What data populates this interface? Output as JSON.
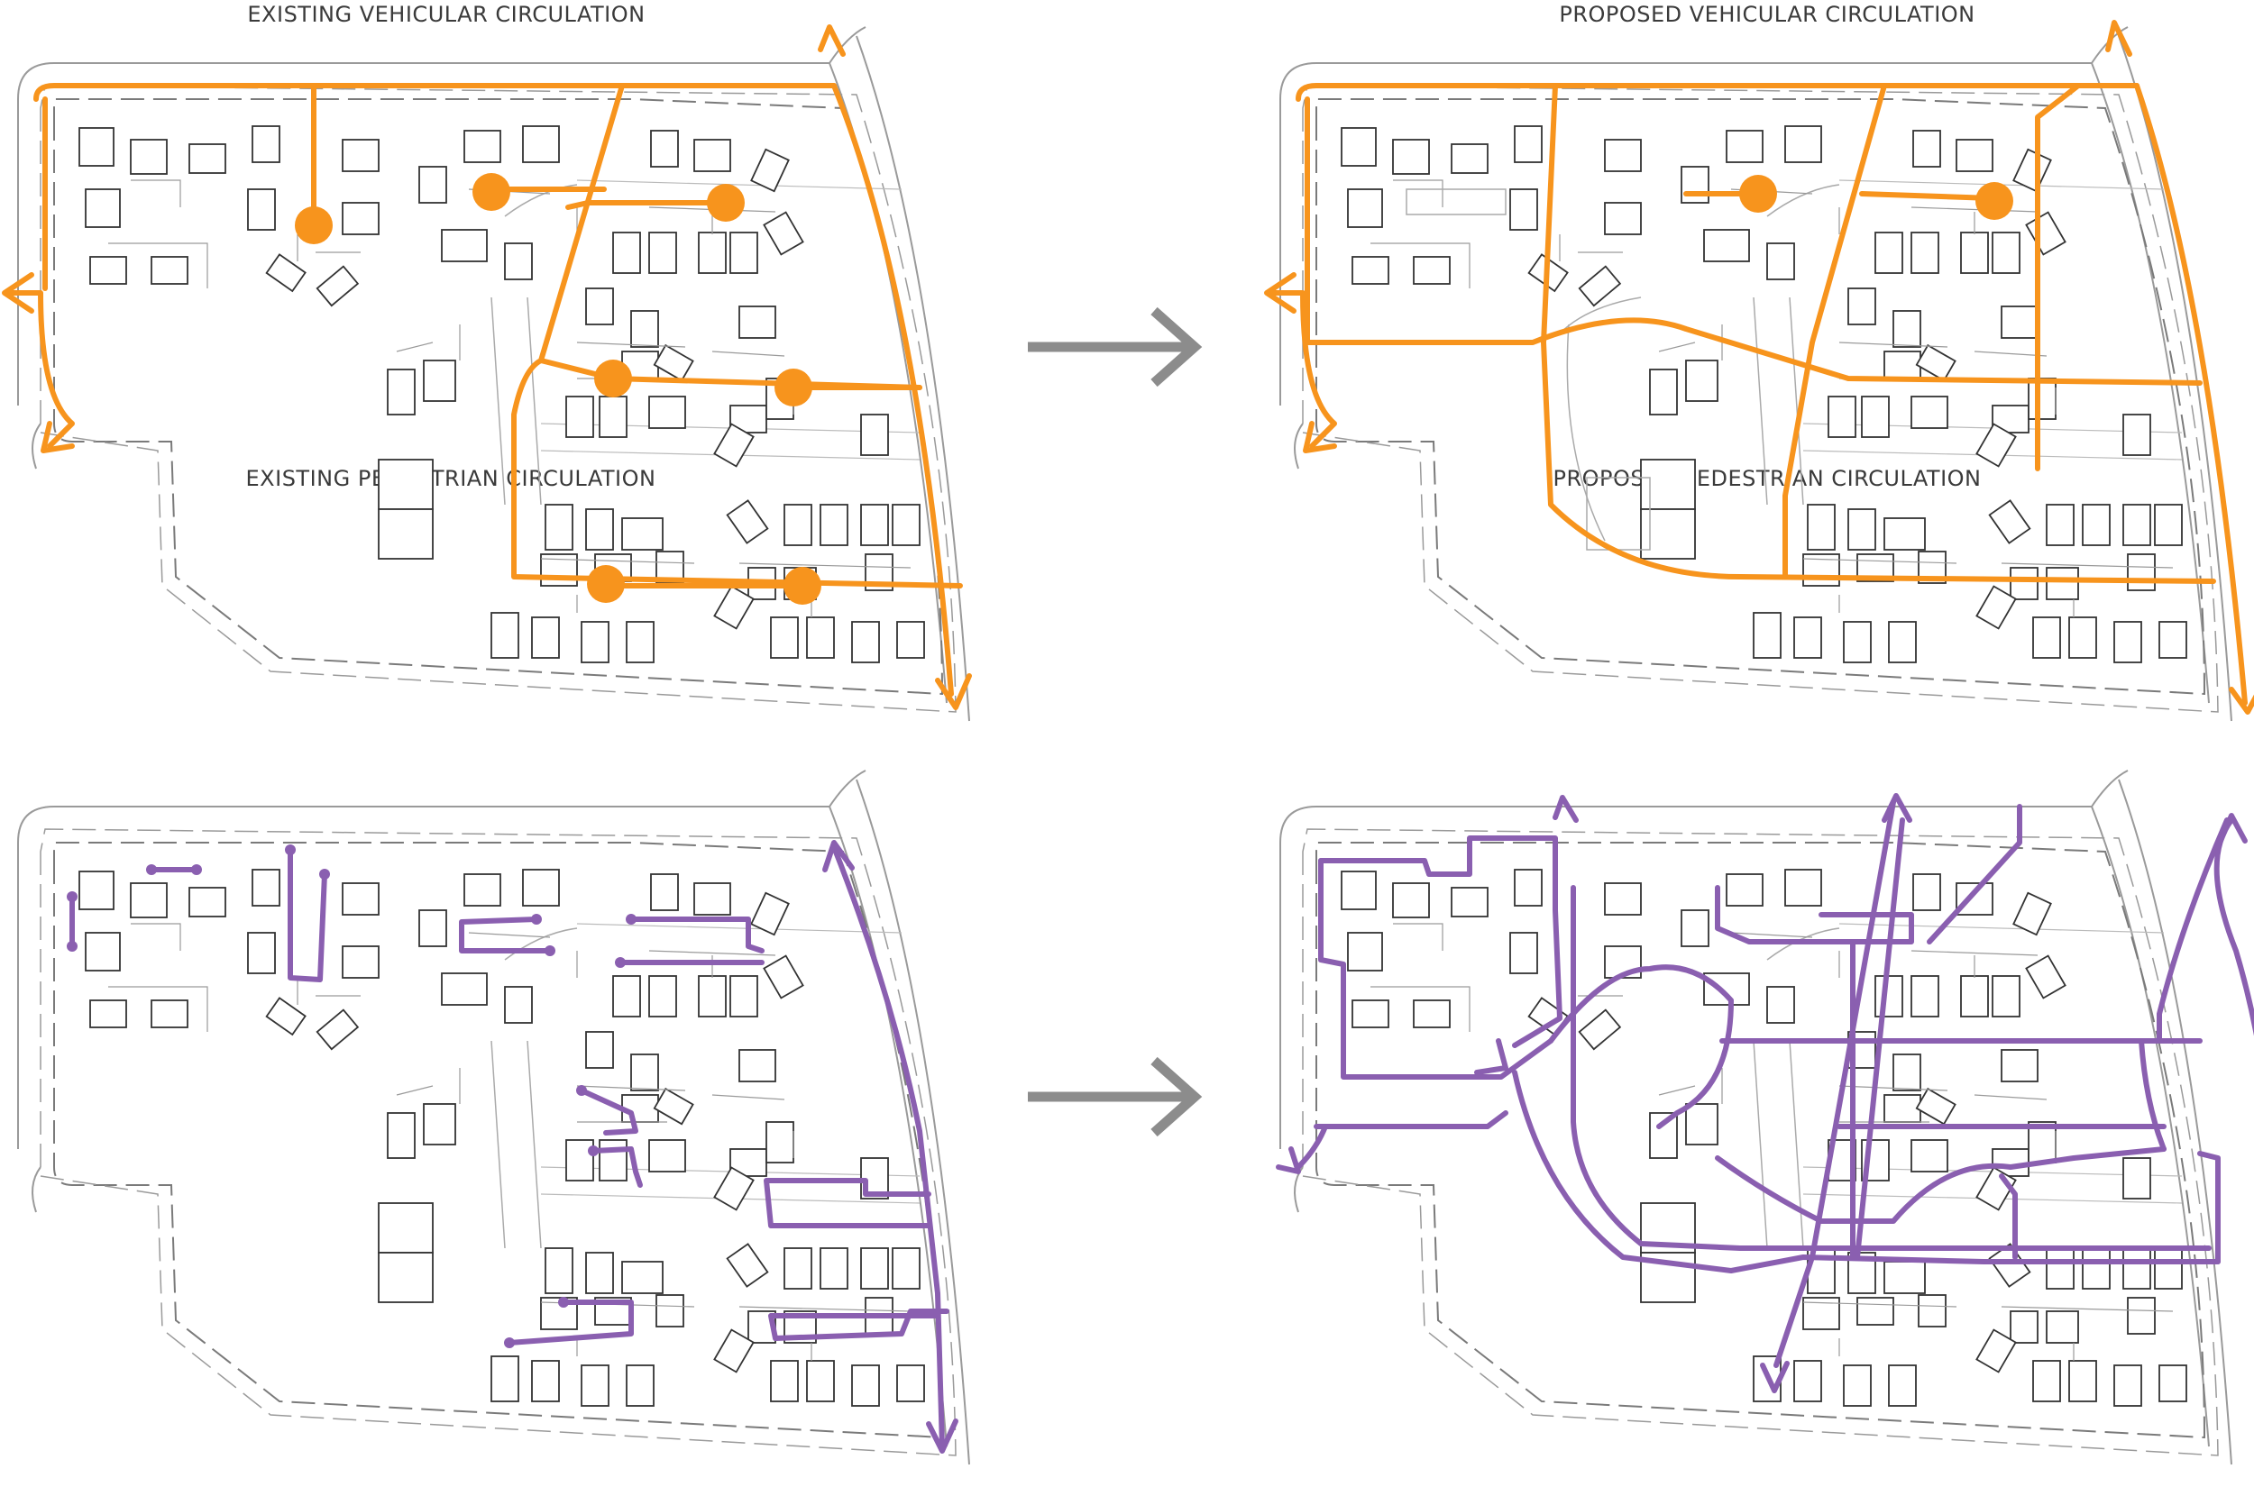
{
  "titles": {
    "existing_vehicular": "EXISTING VEHICULAR CIRCULATION",
    "proposed_vehicular": "PROPOSED VEHICULAR CIRCULATION",
    "existing_pedestrian": "EXISTING PEDESTRIAN CIRCULATION",
    "proposed_pedestrian": "PROPOSED PEDESTRIAN CIRCULATION"
  },
  "colors": {
    "vehicular": "#f7941d",
    "pedestrian": "#8a5fb0",
    "transition_arrow": "#8c8c8c",
    "linework": "#7a7a7a",
    "building": "#333333"
  },
  "icons": {
    "transition": "arrow-right-icon"
  }
}
